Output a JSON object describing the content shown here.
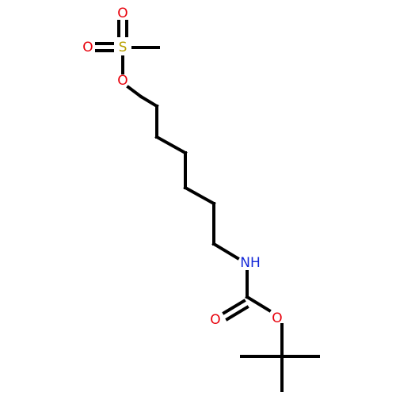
{
  "molecule": {
    "atoms": {
      "sulfonyl_oxygen_top": {
        "label": "O",
        "color": "#e8000b"
      },
      "sulfonyl_oxygen_left": {
        "label": "O",
        "color": "#e8000b"
      },
      "sulfur": {
        "label": "S",
        "color": "#b8a000"
      },
      "ester_oxygen_upper": {
        "label": "O",
        "color": "#e8000b"
      },
      "amide_nitrogen": {
        "label": "NH",
        "color": "#1428d8"
      },
      "carbonyl_oxygen": {
        "label": "O",
        "color": "#e8000b"
      },
      "ester_oxygen_lower": {
        "label": "O",
        "color": "#e8000b"
      }
    },
    "bond_color": "#000000"
  }
}
